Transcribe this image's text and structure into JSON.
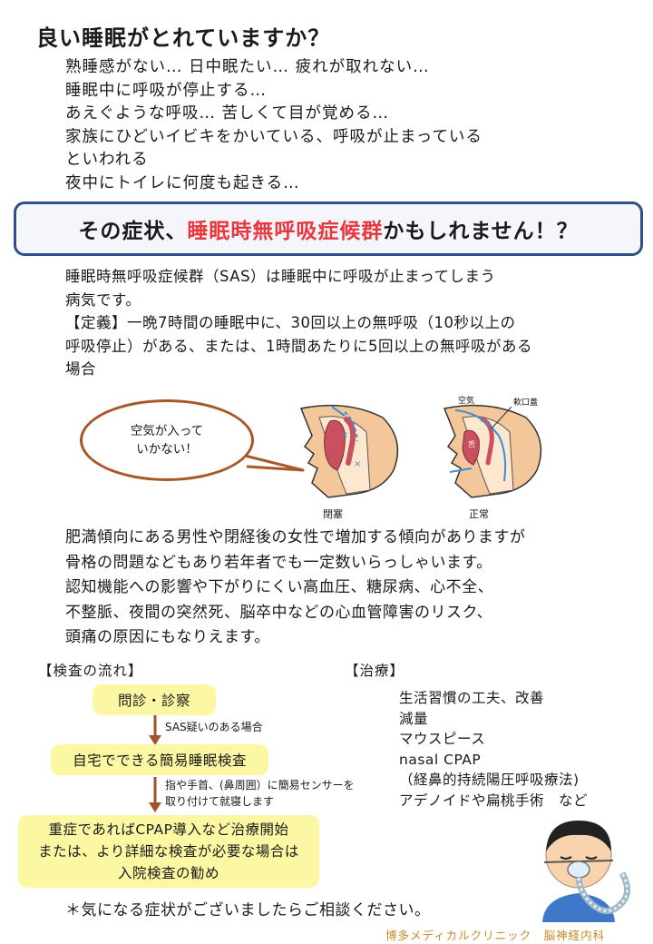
{
  "title": "良い睡眠がとれていますか？",
  "symptoms": [
    "熟睡感がない… 日中眠たい… 疲れが取れない…",
    "睡眠中に呼吸が停止する…",
    "あえぐような呼吸… 苦しくて目が覚める…",
    "家族にひどいイビキをかいている、呼吸が止まっている",
    "といわれる",
    "夜中にトイレに何度も起きる…"
  ],
  "banner": {
    "prefix": "その症状、",
    "highlight": "睡眠時無呼吸症候群",
    "suffix": "かもしれません！？"
  },
  "definition": [
    "睡眠時無呼吸症候群（SAS）は睡眠中に呼吸が止まってしまう",
    "病気です。",
    "【定義】一晩7時間の睡眠中に、30回以上の無呼吸（10秒以上の",
    "呼吸停止）がある、または、1時間あたりに5回以上の無呼吸がある",
    "場合"
  ],
  "illustration": {
    "bubble_lines": [
      "空気が入って",
      "いかない！"
    ],
    "label_obstructed": "閉塞",
    "label_normal": "正常",
    "label_air": "空気",
    "label_soft_palate": "軟口蓋",
    "label_tongue": "舌"
  },
  "risk_paragraph": [
    "肥満傾向にある男性や閉経後の女性で増加する傾向がありますが",
    "骨格の問題などもあり若年者でも一定数いらっしゃいます。",
    "認知機能への影響や下がりにくい高血圧、糖尿病、心不全、",
    "不整脈、夜間の突然死、脳卒中などの心血管障害のリスク、",
    "頭痛の原因にもなりえます。"
  ],
  "exam_flow": {
    "heading": "【検査の流れ】",
    "step1": "問診・診察",
    "note1": "SAS疑いのある場合",
    "step2": "自宅でできる簡易睡眠検査",
    "note2": [
      "指や手首、(鼻周囲）に簡易センサーを",
      "取り付けて就寝します"
    ],
    "step3": [
      "重症であればCPAP導入など治療開始",
      "または、より詳細な検査が必要な場合は",
      "入院検査の勧め"
    ]
  },
  "treatment": {
    "heading": "【治療】",
    "items": [
      "生活習慣の工夫、改善",
      "減量",
      "マウスピース",
      "nasal CPAP",
      "（経鼻的持続陽圧呼吸療法)",
      "アデノイドや扁桃手術　など"
    ]
  },
  "consult": "＊気になる症状がございましたらご相談ください。",
  "clinic": "博多メディカルクリニック　脳神経内科",
  "colors": {
    "highlight": "#e8383d",
    "banner_border": "#2f4f8a",
    "box_fill": "#fcf7a3",
    "arrow": "#a0522d",
    "clinic": "#c98a2c"
  }
}
